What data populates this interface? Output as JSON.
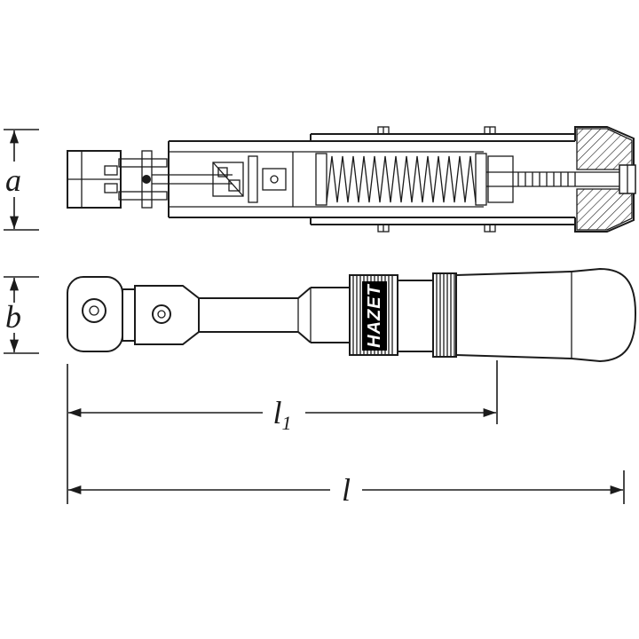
{
  "dimensions": {
    "a": "a",
    "b": "b",
    "l1_base": "l",
    "l1_sub": "1",
    "l": "l"
  },
  "logo": {
    "text": "HAZET",
    "bg": "#000000",
    "fg": "#ffffff"
  },
  "style": {
    "line_color": "#1b1b1b",
    "background": "#ffffff"
  }
}
